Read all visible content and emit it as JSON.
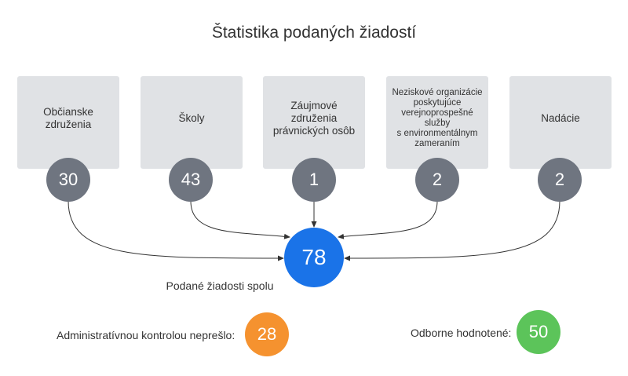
{
  "title": "Štatistika podaných žiadostí",
  "categories": [
    {
      "label": "Občianske\nzdruženia",
      "count": "30"
    },
    {
      "label": "Školy",
      "count": "43"
    },
    {
      "label": "Záujmové\nzdruženia\nprávnických osôb",
      "count": "1"
    },
    {
      "label": "Neziskové organizácie\nposkytujúce\nverejnoprospešné\nslužby\ns environmentálnym\nzameraním",
      "count": "2"
    },
    {
      "label": "Nadácie",
      "count": "2"
    }
  ],
  "total": {
    "value": "78",
    "label": "Podané žiadosti spolu"
  },
  "failed": {
    "label": "Administratívnou kontrolou neprešlo:",
    "value": "28",
    "color": "#f5922f"
  },
  "evaluated": {
    "label": "Odborne hodnotené:",
    "value": "50",
    "color": "#5cc45a"
  },
  "colors": {
    "box": "#e0e2e5",
    "count_circle": "#6f7580",
    "total_circle": "#1a73e8",
    "connector": "#333333"
  }
}
